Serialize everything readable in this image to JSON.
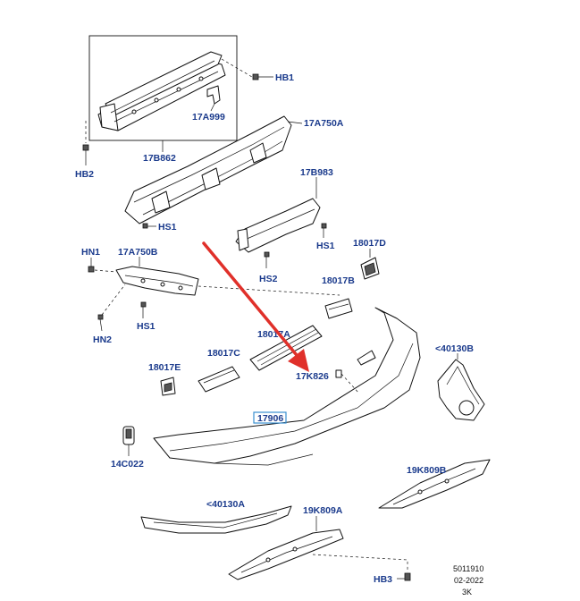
{
  "labels": {
    "hb1": "HB1",
    "p17a999": "17A999",
    "hb2": "HB2",
    "p17b862": "17B862",
    "p17a750a": "17A750A",
    "hs1_top": "HS1",
    "p17b983": "17B983",
    "hs1_mid": "HS1",
    "p18017d": "18017D",
    "hn1": "HN1",
    "p17a750b": "17A750B",
    "hs2": "HS2",
    "p18017b": "18017B",
    "hn2": "HN2",
    "hs1_low": "HS1",
    "p18017a": "18017A",
    "p40130b": "<40130B",
    "p18017e": "18017E",
    "p18017c": "18017C",
    "p17k826": "17K826",
    "p17906": "17906",
    "p14c022": "14C022",
    "p19k809b": "19K809B",
    "p40130a": "<40130A",
    "p19k809a": "19K809A",
    "hb3": "HB3"
  },
  "footer": {
    "code": "5011910",
    "date": "02-2022",
    "rev": "3K"
  },
  "colors": {
    "label": "#1a3a8c",
    "arrow": "#e0302a",
    "highlight_box": "#3a8fd0"
  }
}
